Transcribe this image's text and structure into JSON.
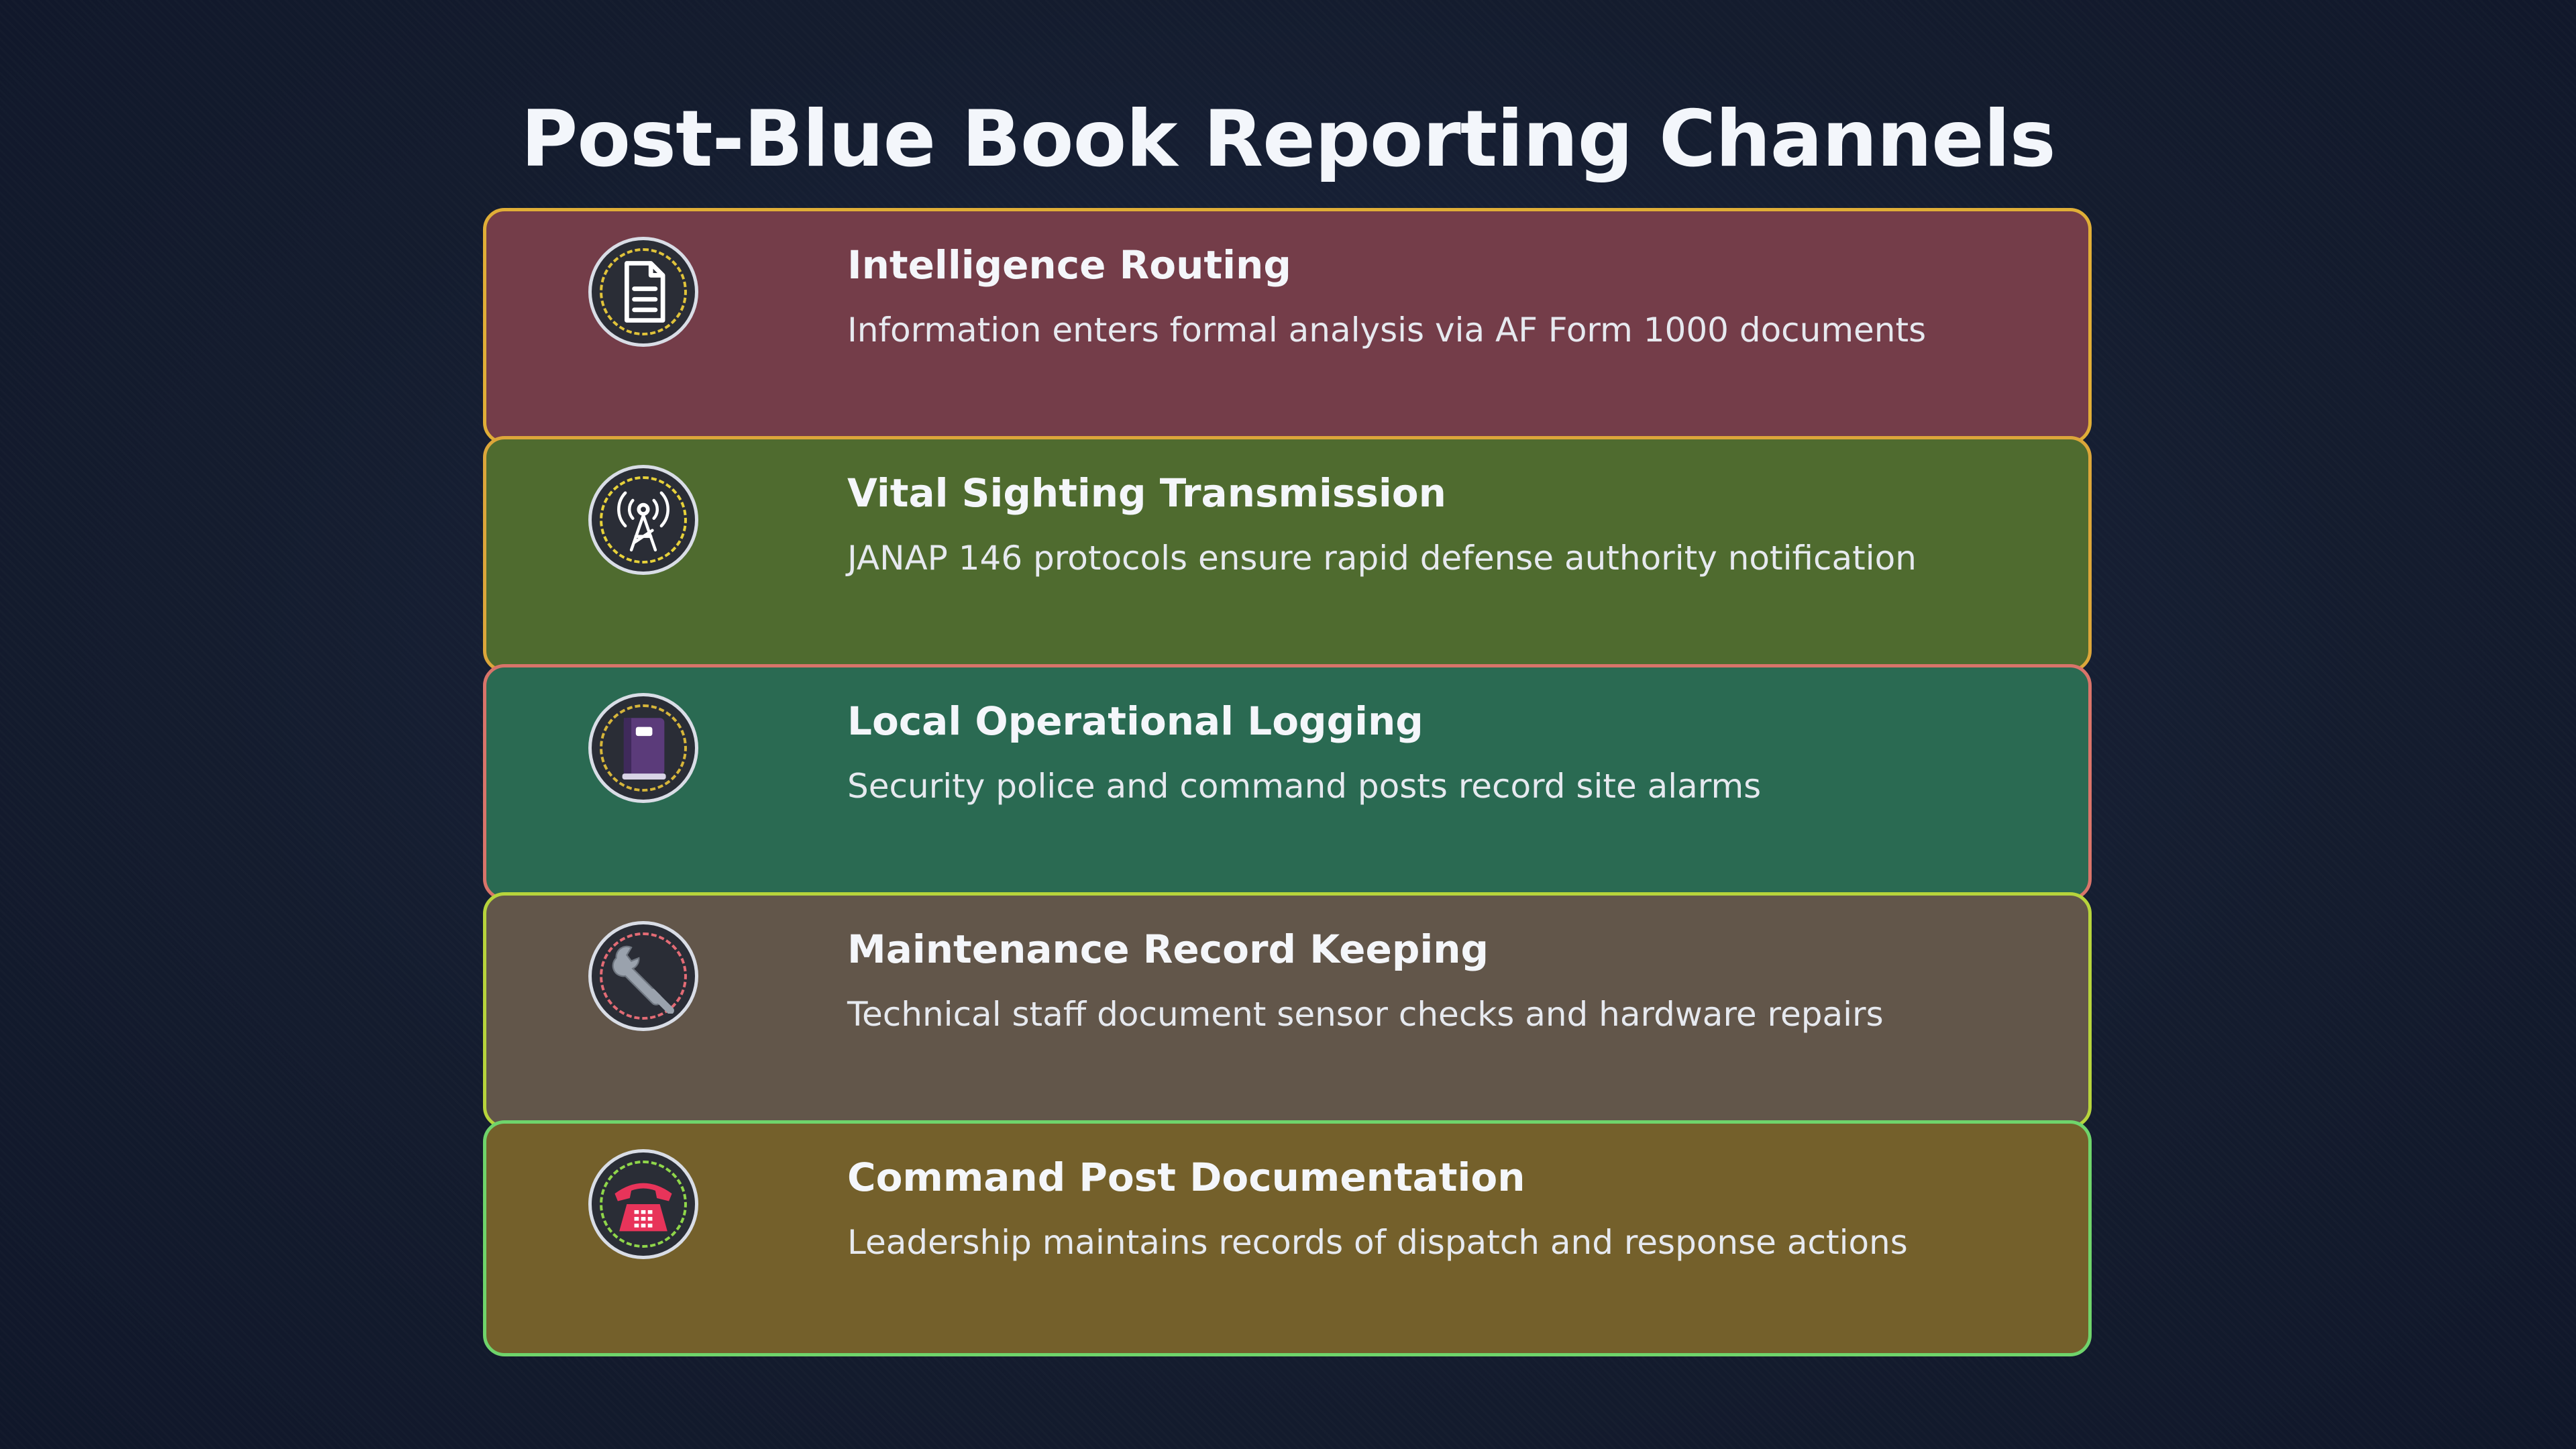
{
  "title": "Post-Blue Book Reporting Channels",
  "colors": {
    "background": "#141c2e",
    "panel_1": "#743d49",
    "panel_2": "#4f6b2f",
    "panel_3": "#2a6a52",
    "panel_4": "#62564a",
    "panel_5": "#74602b"
  },
  "channels": [
    {
      "heading": "Intelligence Routing",
      "description": "Information enters formal analysis via AF Form 1000 documents",
      "icon": "document-icon",
      "fill": "#743d49",
      "border": "#e0ae37",
      "ring": "#e0c33a"
    },
    {
      "heading": "Vital Sighting Transmission",
      "description": "JANAP 146 protocols ensure rapid defense authority notification",
      "icon": "antenna-tower-icon",
      "fill": "#4f6b2f",
      "border": "#dca63a",
      "ring": "#e7d13a"
    },
    {
      "heading": "Local Operational Logging",
      "description": "Security police and command posts record site alarms",
      "icon": "logbook-icon",
      "fill": "#2a6a52",
      "border": "#d9746a",
      "ring": "#d6b53a"
    },
    {
      "heading": "Maintenance Record Keeping",
      "description": "Technical staff document sensor checks and hardware repairs",
      "icon": "wrench-icon",
      "fill": "#62564a",
      "border": "#b7d43c",
      "ring": "#e36b75"
    },
    {
      "heading": "Command Post Documentation",
      "description": "Leadership maintains records of dispatch and response actions",
      "icon": "telephone-icon",
      "fill": "#74602b",
      "border": "#6fd46b",
      "ring": "#8fd64a"
    }
  ]
}
